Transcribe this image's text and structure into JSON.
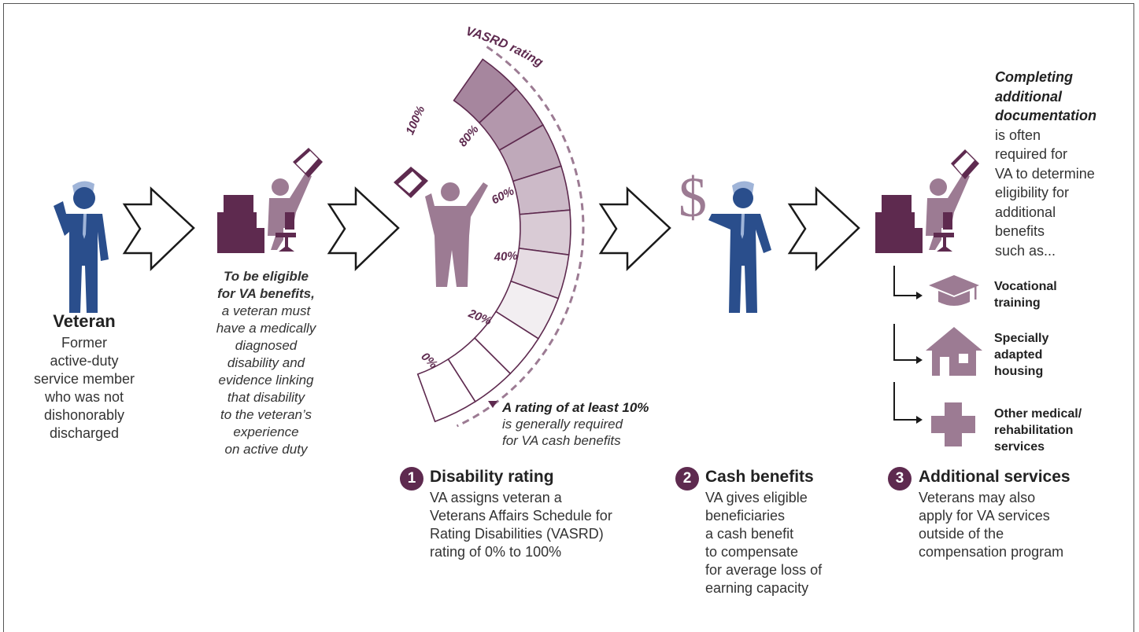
{
  "colors": {
    "plum": "#5e2a4f",
    "mauve": "#9c7b93",
    "navy": "#2a4e8c",
    "lightblue": "#9fb4d8",
    "segment_top": "#a6869e",
    "segment_bottom": "#ffffff"
  },
  "icons": [
    "veteran-saluting-icon",
    "desk-worker-icon",
    "folder-icon",
    "man-pointing-icon",
    "dollar-sign-icon",
    "veteran-icon",
    "graduation-cap-icon",
    "house-icon",
    "medical-cross-icon"
  ],
  "veteran": {
    "title": "Veteran",
    "lines": [
      "Former",
      "active-duty",
      "service member",
      "who was not",
      "dishonorably",
      "discharged"
    ]
  },
  "eligibility": {
    "bold_lines": [
      "To be eligible",
      "for VA benefits,"
    ],
    "lines": [
      "a veteran must",
      "have a medically",
      "diagnosed",
      "disability and",
      "evidence linking",
      "that disability",
      "to the veteran’s",
      "experience",
      "on active duty"
    ]
  },
  "rating_scale": {
    "arc_label": "VASRD rating",
    "tick_labels": [
      "100%",
      "80%",
      "60%",
      "40%",
      "20%",
      "0%"
    ],
    "segments": 10,
    "note_bold": "A rating of at least 10%",
    "note_lines": [
      "is generally required",
      "for VA cash benefits"
    ]
  },
  "steps": [
    {
      "number": "1",
      "title": "Disability rating",
      "lines": [
        "VA assigns veteran a",
        "Veterans Affairs Schedule for",
        "Rating Disabilities (VASRD)",
        "rating of 0% to 100%"
      ]
    },
    {
      "number": "2",
      "title": "Cash benefits",
      "lines": [
        "VA gives eligible",
        "beneficiaries",
        "a cash benefit",
        "to compensate",
        "for average loss of",
        "earning capacity"
      ]
    },
    {
      "number": "3",
      "title": "Additional services",
      "lines": [
        "Veterans may also",
        "apply for VA services",
        "outside of the",
        "compensation program"
      ]
    }
  ],
  "documentation": {
    "bold_lines": [
      "Completing",
      "additional",
      "documentation"
    ],
    "lines": [
      "is often",
      "required for",
      "VA to determine",
      "eligibility for",
      "additional",
      "benefits",
      "such as..."
    ]
  },
  "services": [
    {
      "lines": [
        "Vocational",
        "training"
      ]
    },
    {
      "lines": [
        "Specially",
        "adapted",
        "housing"
      ]
    },
    {
      "lines": [
        "Other medical/",
        "rehabilitation",
        "services"
      ]
    }
  ]
}
